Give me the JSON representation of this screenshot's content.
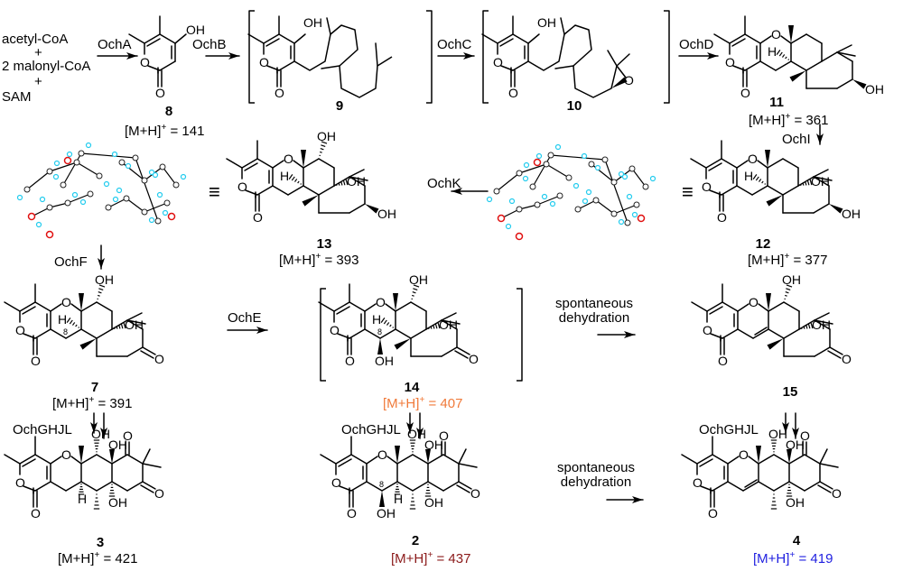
{
  "scheme": {
    "starting_materials": [
      "acetyl-CoA",
      "+",
      "2 malonyl-CoA",
      "+",
      "SAM"
    ],
    "enzymes": {
      "a": "OchA",
      "b": "OchB",
      "c": "OchC",
      "d": "OchD",
      "i": "OchI",
      "k": "OchK",
      "f": "OchF",
      "e": "OchE",
      "ghjl_1": "OchGHJL",
      "ghjl_2": "OchGHJL",
      "ghjl_3": "OchGHJL"
    },
    "spontaneous_1": [
      "spontaneous",
      "dehydration"
    ],
    "spontaneous_2": [
      "spontaneous",
      "dehydration"
    ],
    "equivalence_symbol": "≡",
    "compounds": [
      {
        "id": "8",
        "ms_prefix": "[M+H]",
        "ms_charge": "+",
        "ms_value": "= 141",
        "ms_color": "#000000"
      },
      {
        "id": "9"
      },
      {
        "id": "10"
      },
      {
        "id": "11",
        "ms_prefix": "[M+H]",
        "ms_charge": "+",
        "ms_value": "= 361",
        "ms_color": "#000000"
      },
      {
        "id": "12",
        "ms_prefix": "[M+H]",
        "ms_charge": "+",
        "ms_value": "= 377",
        "ms_color": "#000000"
      },
      {
        "id": "13",
        "ms_prefix": "[M+H]",
        "ms_charge": "+",
        "ms_value": "= 393",
        "ms_color": "#000000"
      },
      {
        "id": "7",
        "ms_prefix": "[M+H]",
        "ms_charge": "+",
        "ms_value": "= 391",
        "ms_color": "#000000"
      },
      {
        "id": "14",
        "ms_prefix": "[M+H]",
        "ms_charge": "+",
        "ms_value": "= 407",
        "ms_color": "#f07a3a"
      },
      {
        "id": "15"
      },
      {
        "id": "3",
        "ms_prefix": "[M+H]",
        "ms_charge": "+",
        "ms_value": "= 421",
        "ms_color": "#000000"
      },
      {
        "id": "2",
        "ms_prefix": "[M+H]",
        "ms_charge": "+",
        "ms_value": "= 437",
        "ms_color": "#8b1a1a"
      },
      {
        "id": "4",
        "ms_prefix": "[M+H]",
        "ms_charge": "+",
        "ms_value": "= 419",
        "ms_color": "#1f1fe0"
      }
    ],
    "atoms": {
      "O": "O",
      "OH": "OH",
      "H": "H",
      "c8": "8"
    },
    "colors": {
      "oxygen_ortep": "#e01010",
      "hydrogen_ortep": "#22ccee",
      "carbon_ortep": "#222222"
    }
  }
}
